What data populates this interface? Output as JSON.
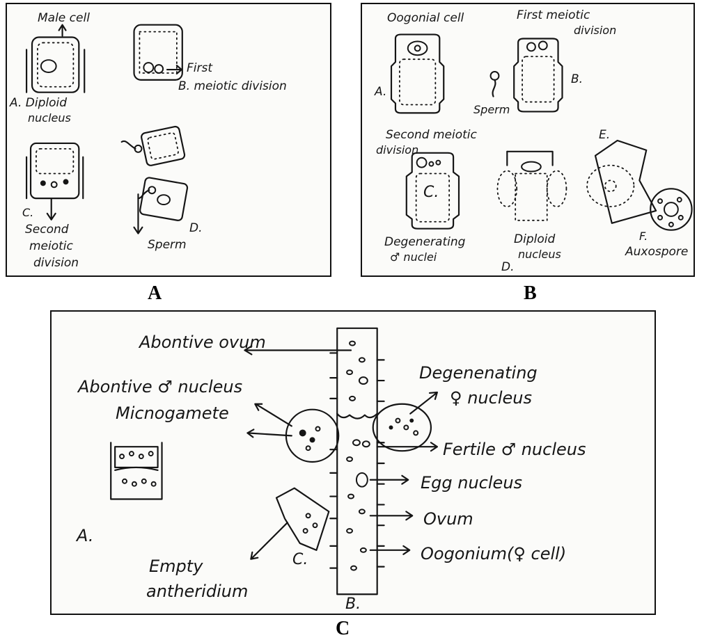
{
  "panel_a": {
    "caption": "A",
    "labels": {
      "male_cell": "Male cell",
      "a_diploid": "A. Diploid",
      "nucleus": "nucleus",
      "first": "First",
      "b_meiotic": "B. meiotic division",
      "c": "C.",
      "second": "Second",
      "meiotic": "meiotic",
      "division": "division",
      "d": "D.",
      "sperm": "Sperm"
    }
  },
  "panel_b": {
    "caption": "B",
    "labels": {
      "oogonial_cell": "Oogonial cell",
      "first_meiotic": "First meiotic",
      "division_top": "division",
      "a": "A.",
      "b": "B.",
      "sperm": "Sperm",
      "second_meiotic": "Second meiotic",
      "division_mid": "division",
      "c": "C.",
      "e": "E.",
      "degenerating": "Degenerating",
      "male_nuclei": "♂ nuclei",
      "diploid": "Diploid",
      "nucleus": "nucleus",
      "d": "D.",
      "f": "F.",
      "auxospore": "Auxospore"
    }
  },
  "panel_c": {
    "caption": "C",
    "labels": {
      "abortive_ovum": "Abontive ovum",
      "abortive_male_nucleus": "Abontive ♂ nucleus",
      "microgamete": "Micnogamete",
      "degenerating": "Degenenating",
      "female_nucleus": "♀ nucleus",
      "fertile_male_nucleus": "Fertile ♂ nucleus",
      "egg_nucleus": "Egg nucleus",
      "ovum": "Ovum",
      "oogonium": "Oogonium(♀ cell)",
      "a": "A.",
      "c": "C.",
      "b": "B.",
      "empty": "Empty",
      "antheridium": "antheridium"
    }
  }
}
